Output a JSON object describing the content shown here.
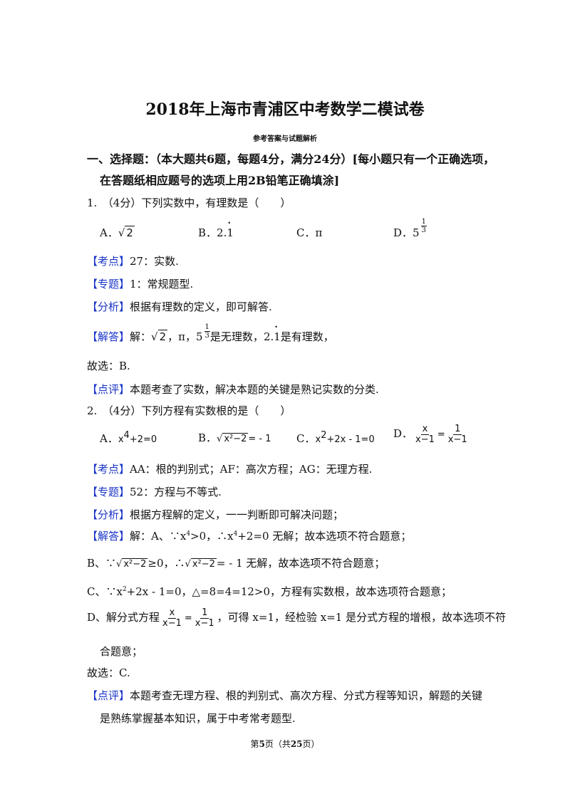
{
  "doc": {
    "title": "2018年上海市青浦区中考数学二模试卷",
    "subtitle": "参考答案与试题解析",
    "section_line1": "一、选择题：（本大题共6题，每题4分，满分24分）[每小题只有一个正确选项，",
    "section_line2": "在答题纸相应题号的选项上用2B铅笔正确填涂]"
  },
  "q1": {
    "stem": "1.　（4分）下列实数中，有理数是（　　）",
    "optA_label": "A．",
    "optA_rad": "2",
    "optB_label": "B．",
    "optB_int": "2.",
    "optB_rep": "1",
    "optC": "C．π",
    "optD_label": "D．",
    "optD_base": "5",
    "optD_num": "1",
    "optD_den": "3",
    "kaodian_tag": "【考点】",
    "kaodian": "27：实数.",
    "zhuanti_tag": "【专题】",
    "zhuanti": "1：常规题型.",
    "fenxi_tag": "【分析】",
    "fenxi": "根据有理数的定义，即可解答.",
    "jieda_tag": "【解答】",
    "jieda_pre": "解：",
    "jieda_rad": "2",
    "jieda_mid": "，π，",
    "jieda_base": "5",
    "jieda_num": "1",
    "jieda_den": "3",
    "jieda_irr": "是无理数，",
    "jieda_int": "2.",
    "jieda_rep": "1",
    "jieda_end": "是有理数，",
    "answer": "故选：B.",
    "dianping_tag": "【点评】",
    "dianping": "本题考查了实数，解决本题的关键是熟记实数的分类."
  },
  "q2": {
    "stem": "2.　（4分）下列方程有实数根的是（　　）",
    "optA_label": "A．",
    "optA_pre": "x",
    "optA_exp": "4",
    "optA_post": "+2=0",
    "optB_label": "B．",
    "optB_rad": "x²−2",
    "optB_post": "= - 1",
    "optC_label": "C．",
    "optC_pre": "x",
    "optC_exp": "2",
    "optC_post": "+2x - 1=0",
    "optD_label": "D．",
    "optD_num1": "x",
    "optD_den1": "x−1",
    "optD_eq": "=",
    "optD_num2": "1",
    "optD_den2": "x−1",
    "kaodian_tag": "【考点】",
    "kaodian": "AA：根的判别式；AF：高次方程；AG：无理方程.",
    "zhuanti_tag": "【专题】",
    "zhuanti": "52：方程与不等式.",
    "fenxi_tag": "【分析】",
    "fenxi": "根据方程解的定义，一一判断即可解决问题；",
    "jieda_tag": "【解答】",
    "lineA_pre": "解：A、∵x",
    "lineA_exp": "4",
    "lineA_mid": ">0，∴x",
    "lineA_exp2": "4",
    "lineA_post": "+2=0 无解；故本选项不符合题意；",
    "lineB_pre": "B、∵",
    "lineB_rad": "x²−2",
    "lineB_mid": "≥0，∴",
    "lineB_rad2": "x²−2",
    "lineB_post": "= - 1 无解，故本选项不符合题意；",
    "lineC_pre": "C、∵x",
    "lineC_exp": "2",
    "lineC_post": "+2x - 1=0，△=8=4=12>0，方程有实数根，故本选项符合题意；",
    "lineD_pre": "D、解分式方程",
    "lineD_num1": "x",
    "lineD_den1": "x−1",
    "lineD_eq": "=",
    "lineD_num2": "1",
    "lineD_den2": "x−1",
    "lineD_post": "，可得 x=1，经检验 x=1 是分式方程的增根，故本选项不符",
    "lineD_cont": "合题意；",
    "answer": "故选：C.",
    "dianping_tag": "【点评】",
    "dianping1": "本题考查无理方程、根的判别式、高次方程、分式方程等知识，解题的关键",
    "dianping2": "是熟练掌握基本知识，属于中考常考题型."
  },
  "footer": {
    "pre": "第",
    "page": "5",
    "mid": "页（共",
    "total": "25",
    "post": "页）"
  }
}
